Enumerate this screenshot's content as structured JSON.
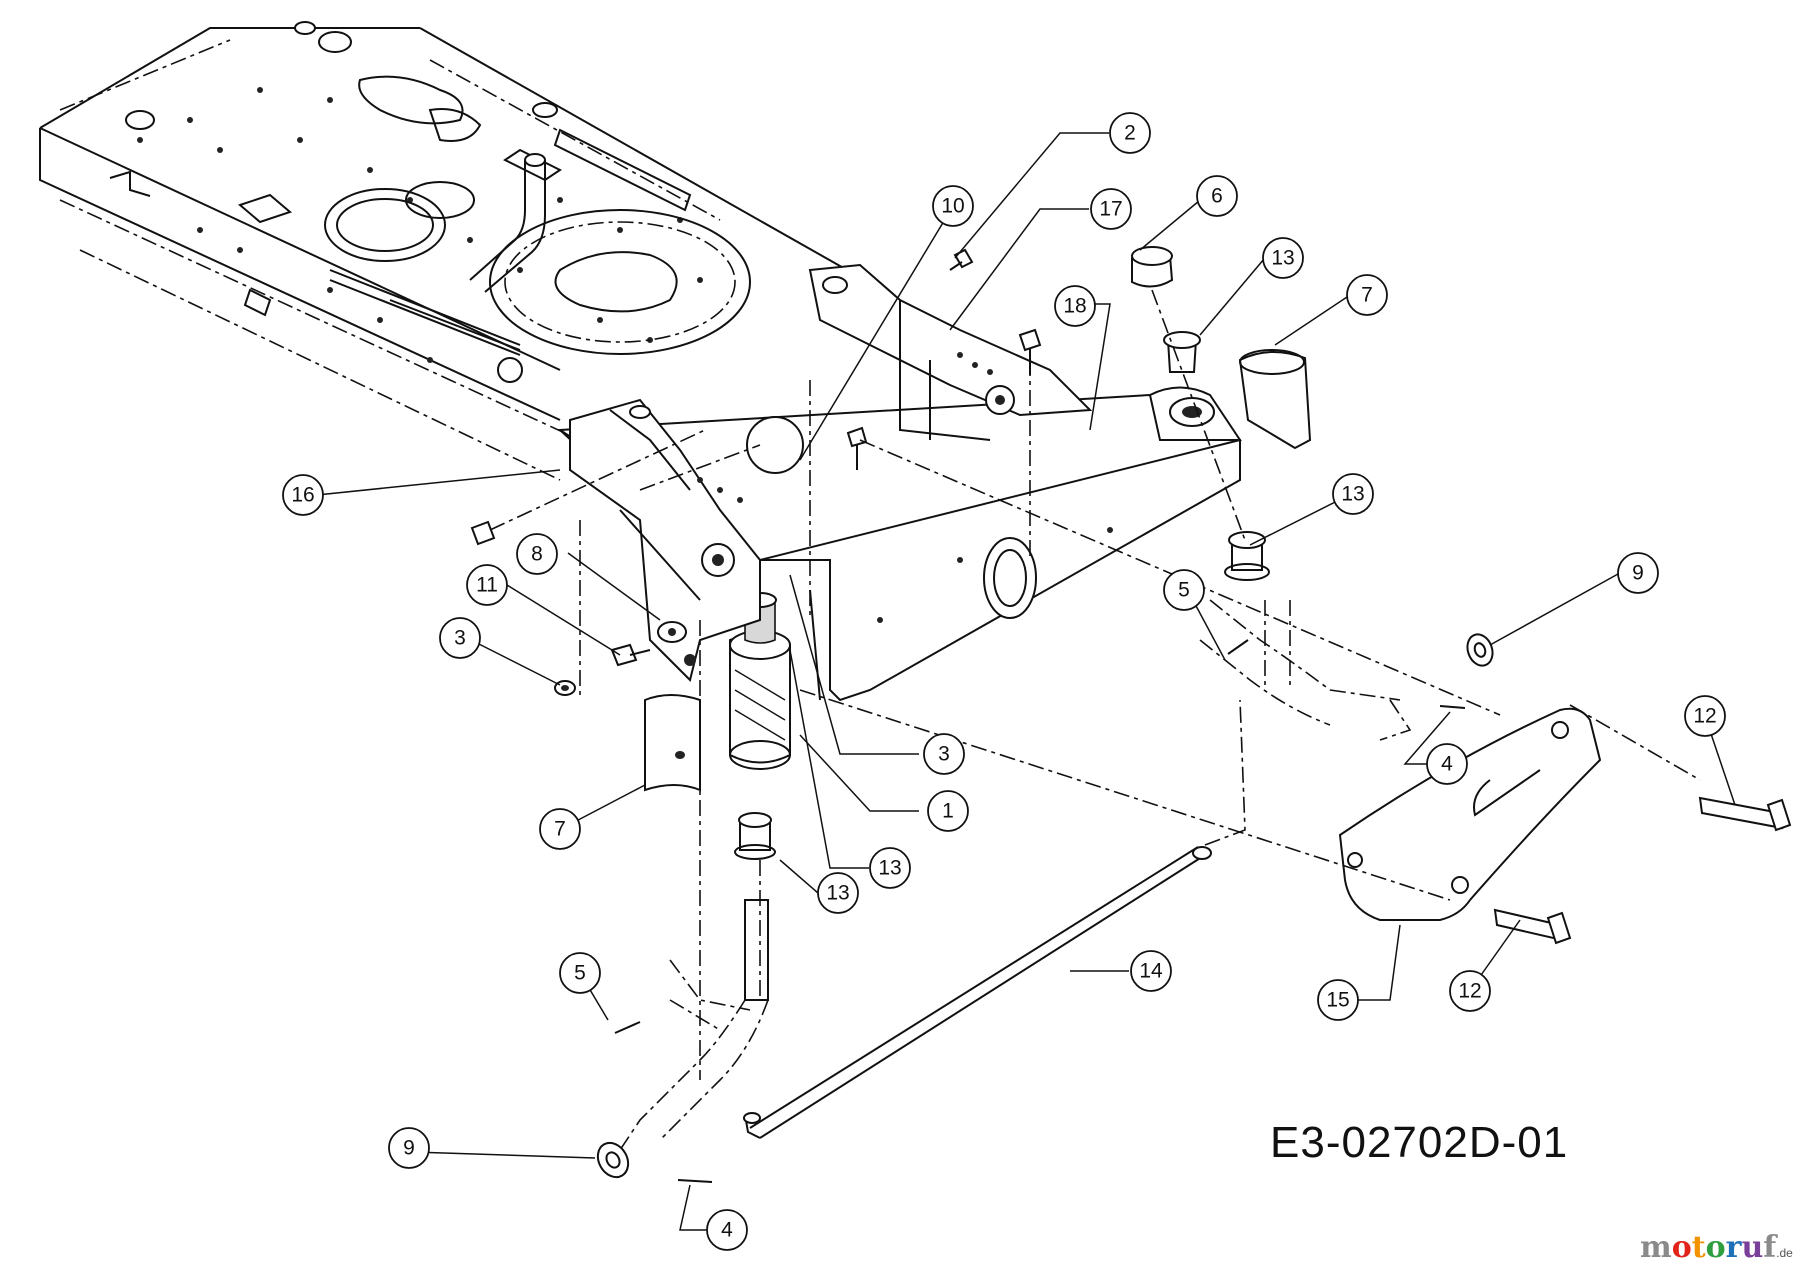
{
  "drawing_code": "E3-02702D-01",
  "brand": {
    "letters": [
      "m",
      "o",
      "t",
      "o",
      "r",
      "u",
      "f"
    ],
    "letter_colors": [
      "#8a8a8a",
      "#e2231a",
      "#f39200",
      "#2e9e3e",
      "#1d71b8",
      "#7a3f98",
      "#8a8a8a"
    ],
    "suffix": ".de"
  },
  "callouts": [
    {
      "label": "1"
    },
    {
      "label": "2"
    },
    {
      "label": "3"
    },
    {
      "label": "3"
    },
    {
      "label": "4"
    },
    {
      "label": "4"
    },
    {
      "label": "5"
    },
    {
      "label": "5"
    },
    {
      "label": "6"
    },
    {
      "label": "7"
    },
    {
      "label": "7"
    },
    {
      "label": "8"
    },
    {
      "label": "9"
    },
    {
      "label": "9"
    },
    {
      "label": "10"
    },
    {
      "label": "11"
    },
    {
      "label": "12"
    },
    {
      "label": "12"
    },
    {
      "label": "13"
    },
    {
      "label": "13"
    },
    {
      "label": "13"
    },
    {
      "label": "13"
    },
    {
      "label": "14"
    },
    {
      "label": "15"
    },
    {
      "label": "16"
    },
    {
      "label": "17"
    },
    {
      "label": "18"
    }
  ]
}
